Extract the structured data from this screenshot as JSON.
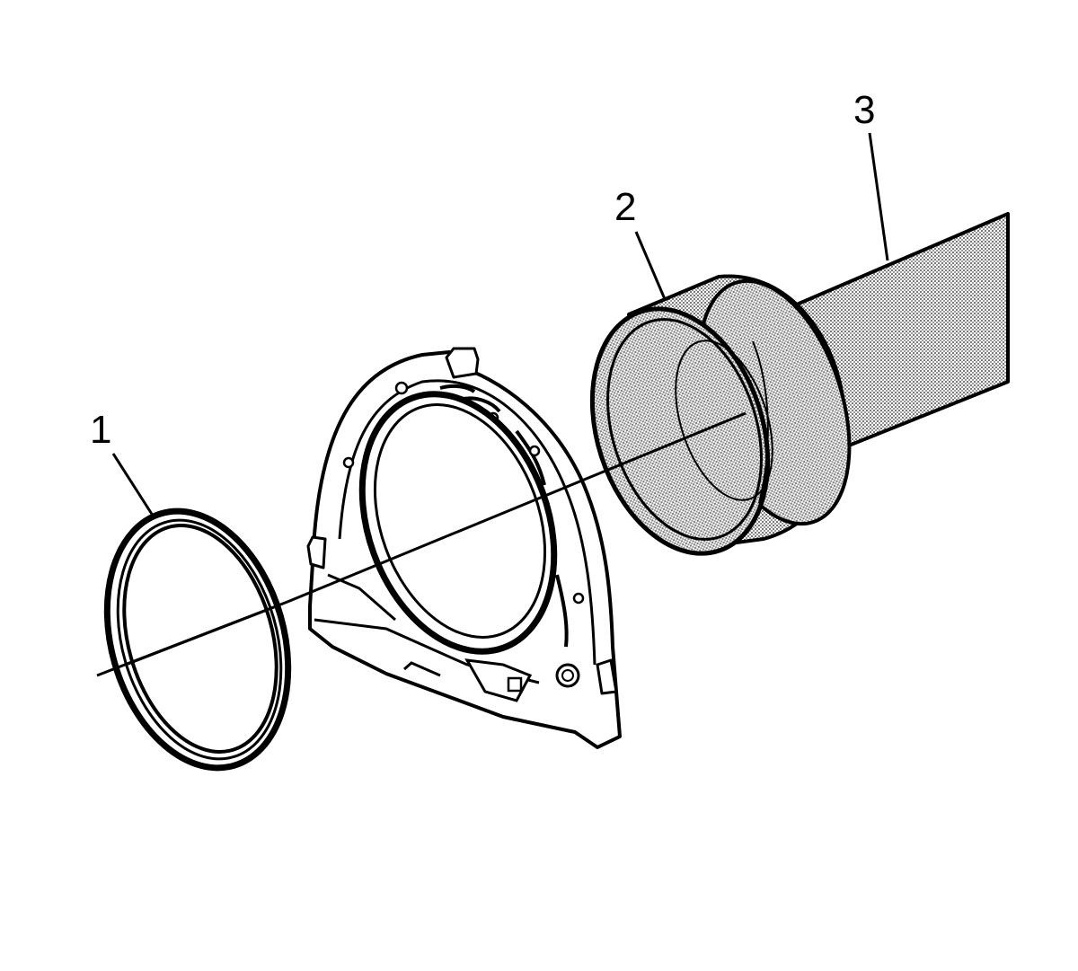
{
  "callouts": [
    {
      "number": "1"
    },
    {
      "number": "2"
    },
    {
      "number": "3"
    }
  ],
  "colors": {
    "line": "#000000",
    "background": "#ffffff",
    "tool_fill": "#c4c4c4"
  }
}
